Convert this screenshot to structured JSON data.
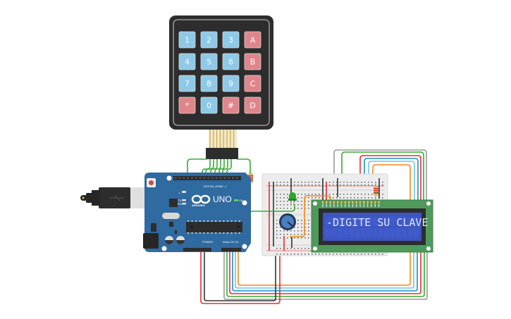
{
  "circuit": {
    "title": "Arduino keypad password circuit",
    "keypad": {
      "rows": [
        [
          {
            "label": "1",
            "type": "num"
          },
          {
            "label": "2",
            "type": "num"
          },
          {
            "label": "3",
            "type": "num"
          },
          {
            "label": "A",
            "type": "func"
          }
        ],
        [
          {
            "label": "4",
            "type": "num"
          },
          {
            "label": "5",
            "type": "num"
          },
          {
            "label": "6",
            "type": "num"
          },
          {
            "label": "B",
            "type": "func"
          }
        ],
        [
          {
            "label": "7",
            "type": "num"
          },
          {
            "label": "8",
            "type": "num"
          },
          {
            "label": "9",
            "type": "num"
          },
          {
            "label": "C",
            "type": "func"
          }
        ],
        [
          {
            "label": "*",
            "type": "func"
          },
          {
            "label": "0",
            "type": "num"
          },
          {
            "label": "#",
            "type": "func"
          },
          {
            "label": "D",
            "type": "func"
          }
        ]
      ],
      "colors": {
        "body": "#2d2d2d",
        "num_key": "#8ec9e8",
        "func_key": "#e0868a"
      }
    },
    "arduino": {
      "model_label": "UNO",
      "brand_label": "ARDUINO",
      "digital_header_label": "DIGITAL (PWM ~)",
      "power_label": "POWER",
      "analog_label": "ANALOG IN",
      "on_label": "ON",
      "l_label": "L",
      "tx_label": "TX",
      "rx_label": "RX",
      "board_color": "#2f6aa0"
    },
    "lcd": {
      "text_line1": "-DIGITE SU CLAVE",
      "text_line2": "",
      "pcb_color": "#4f9a5a",
      "screen_color": "#3c55c4"
    },
    "wire_colors": {
      "green": "#3aaa35",
      "red": "#e03030",
      "black": "#333333",
      "gray": "#999999",
      "blue": "#1a8fd0",
      "lightblue": "#6fc7dd",
      "orange": "#f08a1c"
    }
  }
}
